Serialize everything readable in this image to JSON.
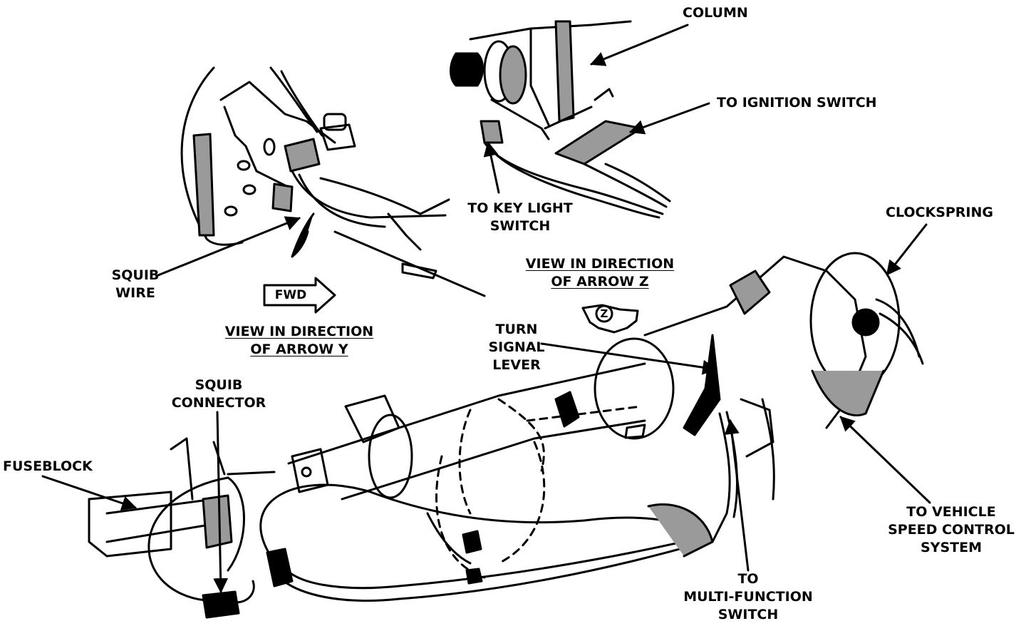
{
  "colors": {
    "ink": "#000000",
    "paper": "#ffffff",
    "shade": "#9a9a9a"
  },
  "labels": {
    "column": [
      "COLUMN"
    ],
    "ignition": [
      "TO IGNITION SWITCH"
    ],
    "keylight": [
      "TO KEY LIGHT",
      "SWITCH"
    ],
    "clockspring": [
      "CLOCKSPRING"
    ],
    "squib_wire": [
      "SQUIB",
      "WIRE"
    ],
    "fwd": [
      "FWD"
    ],
    "view_y": [
      "VIEW IN DIRECTION",
      "OF ARROW Y"
    ],
    "view_z": [
      "VIEW IN DIRECTION",
      "OF ARROW Z"
    ],
    "arrow_z": [
      "Z"
    ],
    "turn_signal": [
      "TURN",
      "SIGNAL",
      "LEVER"
    ],
    "squib_connector": [
      "SQUIB",
      "CONNECTOR"
    ],
    "fuseblock": [
      "FUSEBLOCK"
    ],
    "speed_control": [
      "TO VEHICLE",
      "SPEED CONTROL",
      "SYSTEM"
    ],
    "multifunction": [
      "TO",
      "MULTI-FUNCTION",
      "SWITCH"
    ]
  }
}
